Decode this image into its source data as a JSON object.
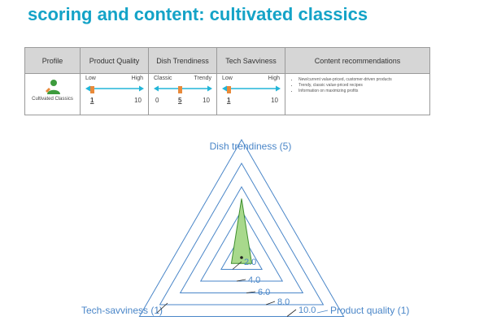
{
  "title": "scoring and content: cultivated classics",
  "colors": {
    "title": "#14a3c7",
    "arrow": "#22b5d8",
    "marker": "#e98a3a",
    "grid": "#4a86c8",
    "fill": "#a8d98c",
    "profile_icon": "#3d9b3d"
  },
  "table": {
    "headers": [
      "Profile",
      "Product Quality",
      "Dish Trendiness",
      "Tech Savviness",
      "Content recommendations"
    ],
    "profile": {
      "icon": "person-icon",
      "name": "Cultivated Classics"
    },
    "scores": [
      {
        "low_label": "Low",
        "high_label": "High",
        "min_label": "",
        "max_label": "10",
        "value": 1,
        "value_label": "1"
      },
      {
        "low_label": "Classic",
        "high_label": "Trendy",
        "min_label": "0",
        "max_label": "10",
        "value": 5,
        "value_label": "5"
      },
      {
        "low_label": "Low",
        "high_label": "High",
        "min_label": "",
        "max_label": "10",
        "value": 1,
        "value_label": "1"
      }
    ],
    "recommendations": [
      "New/current value-priced, customer-driven products",
      "Trendy, classic value-priced recipes",
      "Information on maximizing profits"
    ]
  },
  "radar": {
    "axes": [
      {
        "name": "Dish trendiness",
        "value": 5,
        "label": "Dish trendiness (5)"
      },
      {
        "name": "Product quality",
        "value": 1,
        "label": "Product quality (1)"
      },
      {
        "name": "Tech-savviness",
        "value": 1,
        "label": "Tech-savviness (1)"
      }
    ],
    "max": 10,
    "rings": [
      2,
      4,
      6,
      8,
      10
    ],
    "ring_labels": [
      "2.0",
      "4.0",
      "6.0",
      "8.0",
      "10.0"
    ]
  }
}
